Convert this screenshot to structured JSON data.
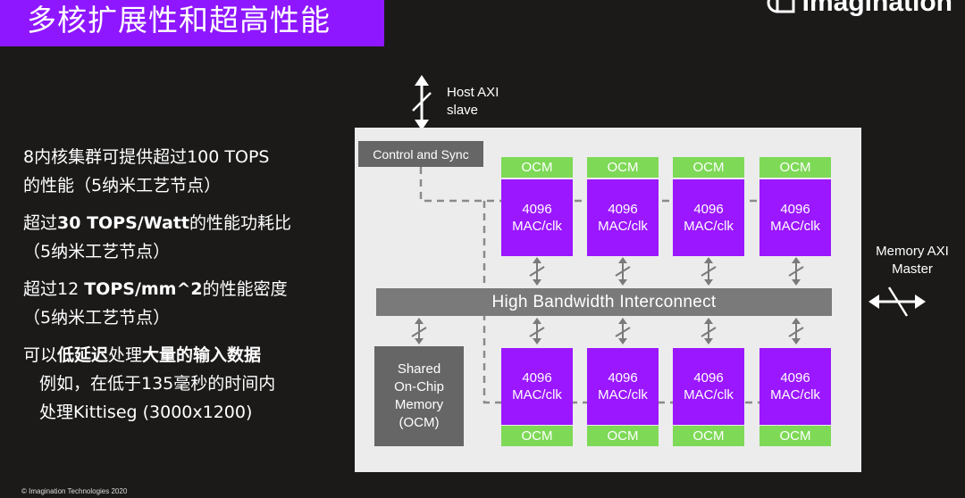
{
  "header": {
    "title": "多核扩展性和超高性能",
    "logo_text": "Imagination",
    "accent_color": "#8f17ff"
  },
  "bullets": {
    "b1_l1": "8内核集群可提供超过100 TOPS",
    "b1_l2": "的性能（5纳米工艺节点）",
    "b2_pre": "超过",
    "b2_bold": "30 TOPS/Watt",
    "b2_post": "的性能功耗比",
    "b2_l2": "（5纳米工艺节点）",
    "b3_pre": "超过12 ",
    "b3_bold": "TOPS/mm^2",
    "b3_post": "的性能密度",
    "b3_l2": "（5纳米工艺节点）",
    "b4_pre": "可以",
    "b4_bold1": "低延迟",
    "b4_mid": "处理",
    "b4_bold2": "大量的输入数据",
    "b4_sub1": "例如，在低于135毫秒的时间内",
    "b4_sub2": "处理Kittiseg (3000x1200)"
  },
  "diagram": {
    "host_axi": "Host AXI",
    "slave": "slave",
    "memory_axi": "Memory AXI",
    "master": "Master",
    "control_sync": "Control and Sync",
    "ocm_label": "OCM",
    "mac_line1": "4096",
    "mac_line2": "MAC/clk",
    "interconnect": "High Bandwidth Interconnect",
    "shared_l1": "Shared",
    "shared_l2": "On-Chip",
    "shared_l3": "Memory",
    "shared_l4": "(OCM)",
    "ocm_color": "#7ed957",
    "mac_color": "#9b17ff"
  },
  "footer": {
    "copyright": "© Imagination Technologies 2020"
  }
}
